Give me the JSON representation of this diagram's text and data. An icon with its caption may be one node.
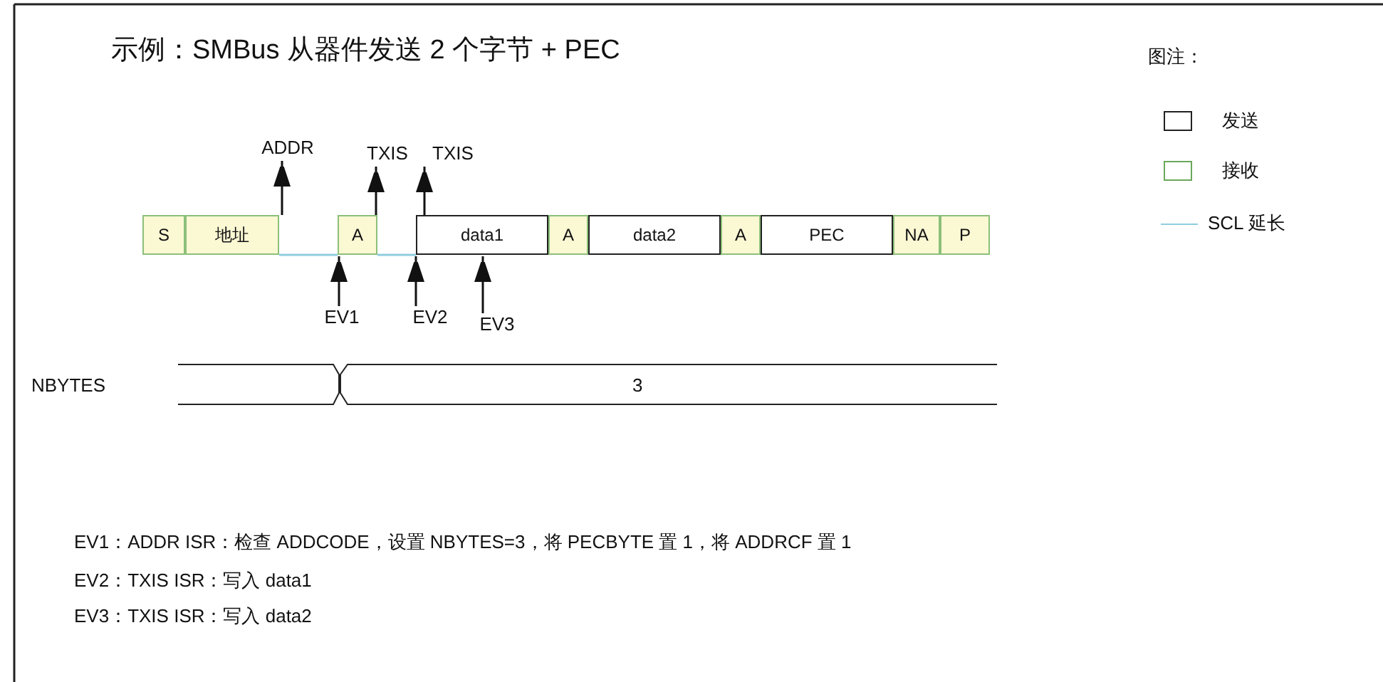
{
  "diagram": {
    "title": "示例：SMBus 从器件发送 2 个字节 + PEC",
    "nodes": [
      {
        "text": [
          "ADDR"
        ]
      },
      {
        "text": [
          "TXIS"
        ]
      },
      {
        "text": [
          "TXIS"
        ]
      },
      {
        "text": [
          "S"
        ]
      },
      {
        "text": [
          "地址"
        ]
      },
      {
        "text": [
          "A"
        ]
      },
      {
        "text": [
          "data1"
        ]
      },
      {
        "text": [
          "A"
        ]
      },
      {
        "text": [
          "data2"
        ]
      },
      {
        "text": [
          "A"
        ]
      },
      {
        "text": [
          "PEC"
        ]
      },
      {
        "text": [
          "NA"
        ]
      },
      {
        "text": [
          "P"
        ]
      },
      {
        "text": [
          "EV1"
        ]
      },
      {
        "text": [
          "EV2"
        ]
      },
      {
        "text": [
          "EV3"
        ]
      }
    ],
    "edges": [
      {
        "from": 4,
        "to": 0,
        "arrow": "to"
      },
      {
        "from": 5,
        "to": 1,
        "arrow": "to"
      },
      {
        "from": 6,
        "to": 2,
        "arrow": "to"
      },
      {
        "from": 13,
        "to": 5,
        "arrow": "to"
      },
      {
        "from": 14,
        "to": 6,
        "arrow": "to"
      },
      {
        "from": 15,
        "to": 6,
        "arrow": "to"
      },
      {
        "from": 4,
        "to": 5,
        "arrow": "none",
        "color": "#8fcde0"
      },
      {
        "from": 5,
        "to": 6,
        "arrow": "none",
        "color": "#8fcde0"
      }
    ],
    "labels": [
      "图注：",
      "NBYTES",
      "3",
      "EV1：ADDR ISR：检查 ADDCODE，设置 NBYTES=3，将 PECBYTE 置 1，将 ADDRCF 置 1",
      "EV2：TXIS ISR：写入 data1",
      "EV3：TXIS ISR：写入 data2"
    ],
    "legend": [
      {
        "text": "发送"
      },
      {
        "text": "接收"
      },
      {
        "text": "SCL 延长"
      }
    ]
  }
}
